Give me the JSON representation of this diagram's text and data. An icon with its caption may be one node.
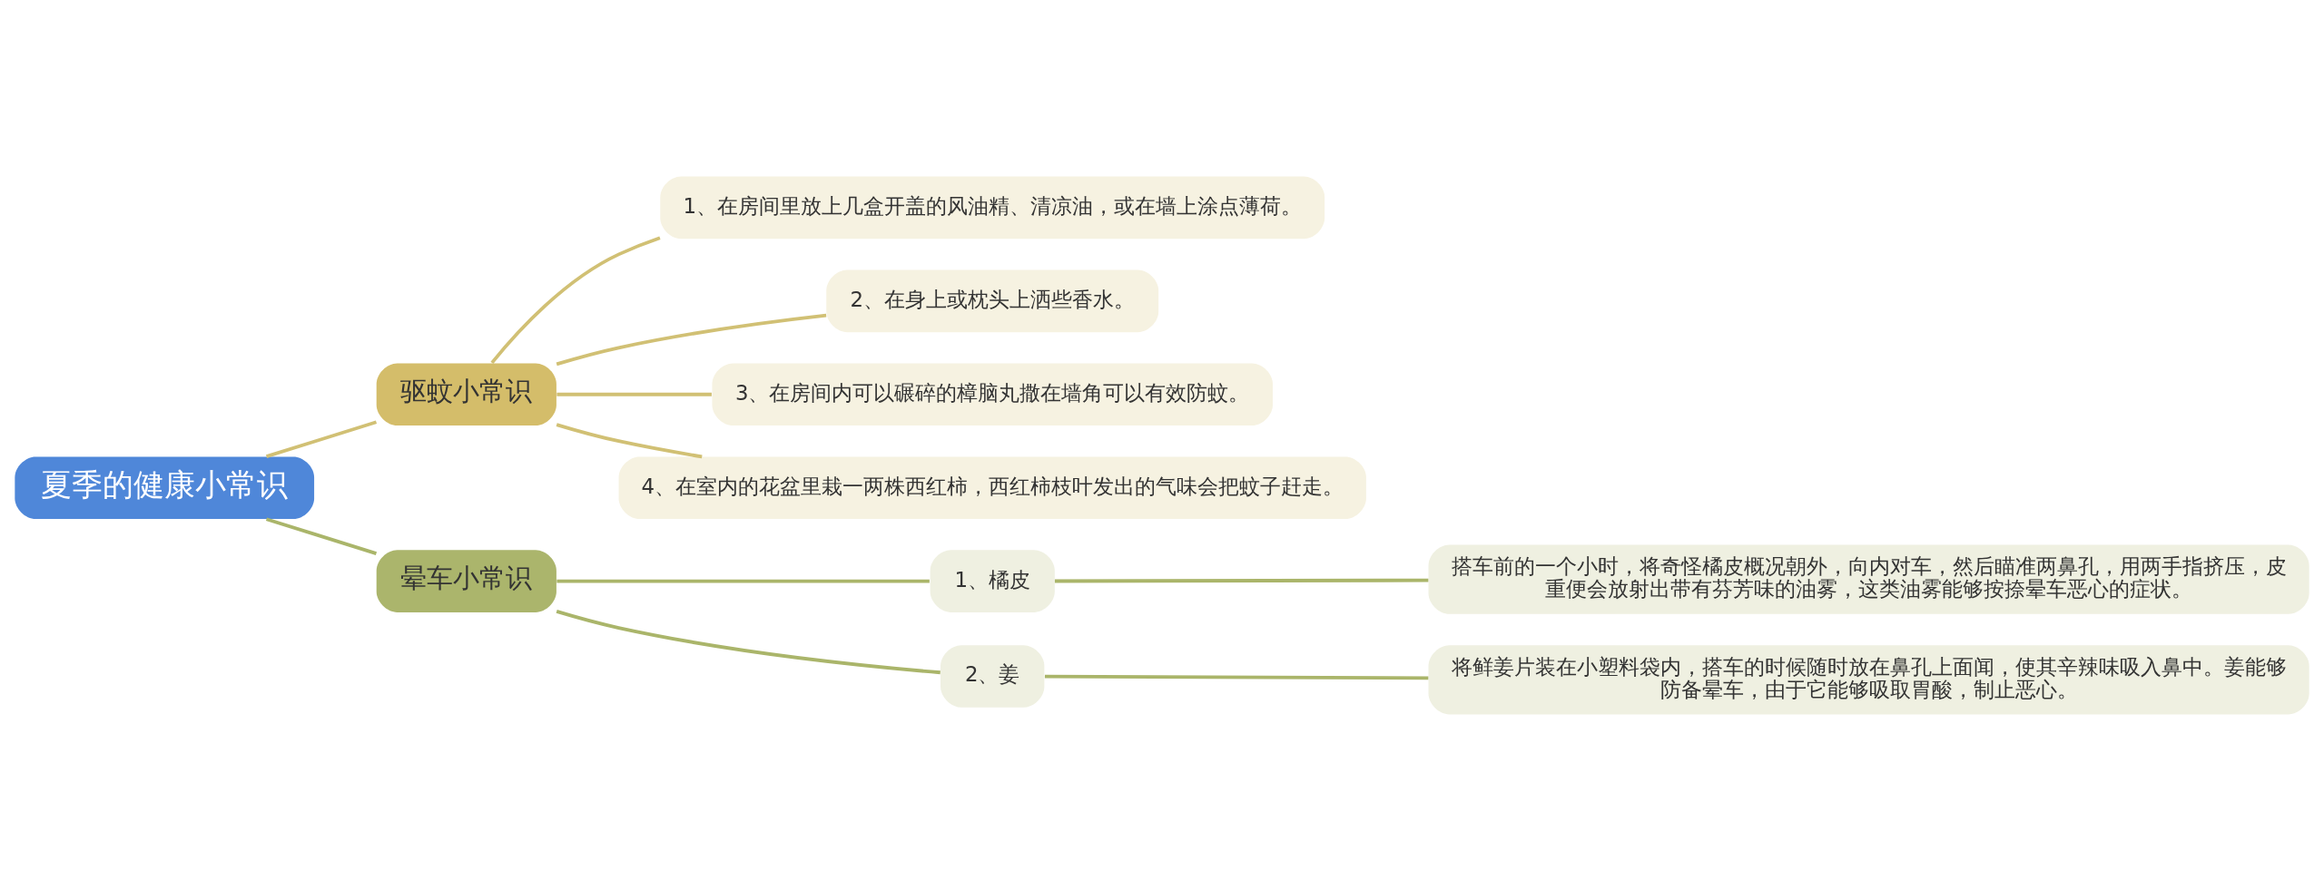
{
  "diagram": {
    "nodes": [
      {
        "text": [
          "夏季的健康小常识"
        ]
      },
      {
        "text": [
          "驱蚊小常识"
        ]
      },
      {
        "text": [
          "1、在房间里放上几盒开盖的风油精、清凉油，或在墙上涂点薄荷。"
        ]
      },
      {
        "text": [
          "2、在身上或枕头上洒些香水。"
        ]
      },
      {
        "text": [
          "3、在房间内可以碾碎的樟脑丸撒在墙角可以有效防蚊。"
        ]
      },
      {
        "text": [
          "4、在室内的花盆里栽一两株西红柿，西红柿枝叶发出的气味会把蚊子赶走。"
        ]
      },
      {
        "text": [
          "晕车小常识"
        ]
      },
      {
        "text": [
          "1、橘皮"
        ]
      },
      {
        "text": [
          "搭车前的一个小时，将奇怪橘皮概况朝外，向内对车，然后瞄准两鼻孔，用两手指挤压，皮重便会放射出带有芬芳味的油雾，这类油雾能够按捺晕车恶心的症状。"
        ]
      },
      {
        "text": [
          "2、姜"
        ]
      },
      {
        "text": [
          "将鲜姜片装在小塑料袋内，搭车的时候随时放在鼻孔上面闻，使其辛辣味吸入鼻中。姜能够防备晕车，由于它能够吸取胃酸，制止恶心。"
        ]
      }
    ],
    "edges": [
      {
        "from": 0,
        "to": 1,
        "arrow": "none",
        "color": "#d1c074"
      },
      {
        "from": 1,
        "to": 2,
        "arrow": "none",
        "color": "#d1c074"
      },
      {
        "from": 1,
        "to": 3,
        "arrow": "none",
        "color": "#d1c074"
      },
      {
        "from": 1,
        "to": 4,
        "arrow": "none",
        "color": "#d1c074"
      },
      {
        "from": 1,
        "to": 5,
        "arrow": "none",
        "color": "#d1c074"
      },
      {
        "from": 0,
        "to": 6,
        "arrow": "none",
        "color": "#aab56a"
      },
      {
        "from": 6,
        "to": 7,
        "arrow": "none",
        "color": "#aab56a"
      },
      {
        "from": 7,
        "to": 8,
        "arrow": "none",
        "color": "#aab56a"
      },
      {
        "from": 6,
        "to": 9,
        "arrow": "none",
        "color": "#aab56a"
      },
      {
        "from": 9,
        "to": 10,
        "arrow": "none",
        "color": "#aab56a"
      }
    ]
  }
}
